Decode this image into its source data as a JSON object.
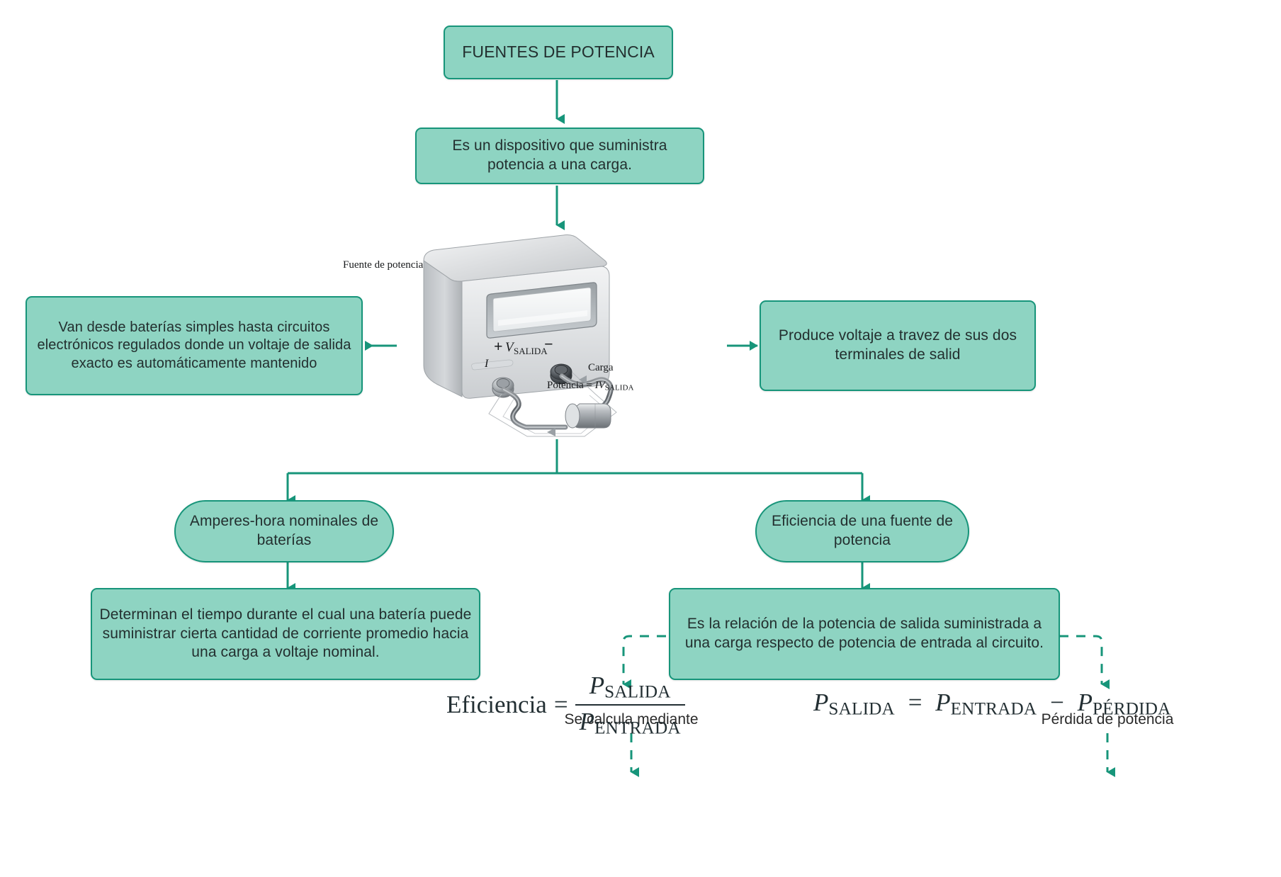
{
  "theme": {
    "node_fill": "#8ed4c2",
    "node_border": "#17957a",
    "edge_color": "#17957a",
    "text_color": "#232f2f",
    "background": "#ffffff"
  },
  "nodes": {
    "title": {
      "label": "FUENTES DE POTENCIA",
      "shape": "rect"
    },
    "definition": {
      "label": "Es un dispositivo que suministra potencia a una carga.",
      "shape": "rect"
    },
    "left_detail": {
      "label": "Van desde baterías simples hasta circuitos electrónicos regulados donde un voltaje de salida exacto es automáticamente mantenido",
      "shape": "rect"
    },
    "right_detail": {
      "label": "Produce voltaje a travez de sus dos terminales de salid",
      "shape": "rect"
    },
    "amp_hour": {
      "label": "Amperes-hora nominales de baterías",
      "shape": "pill"
    },
    "efficiency": {
      "label": "Eficiencia de una fuente de potencia",
      "shape": "pill"
    },
    "amp_hour_detail": {
      "label": "Determinan el tiempo durante el cual una batería puede suministrar cierta cantidad de corriente promedio hacia una carga a voltaje nominal.",
      "shape": "rect"
    },
    "efficiency_detail": {
      "label": "Es la relación de la potencia de salida suministrada a una carga respecto de potencia de entrada al circuito.",
      "shape": "rect"
    }
  },
  "labels": {
    "se_calcula": "Se calcula mediante",
    "perdida_potencia": "Pérdida de potencia"
  },
  "illustration": {
    "name": "power-supply-with-load-diagram",
    "label_fuente": "Fuente de potencia",
    "label_carga": "Carga",
    "label_corriente": "I",
    "terminal_plus": "+",
    "terminal_minus": "−",
    "terminal_voltage_symbol": "V",
    "terminal_voltage_subscript": "SALIDA",
    "caption_prefix": "Potencia = ",
    "caption_current": "I",
    "caption_voltage": "V",
    "caption_voltage_subscript": "SALIDA"
  },
  "formulas": {
    "efficiency": {
      "lhs": "Eficiencia",
      "equals": "=",
      "numerator_symbol": "P",
      "numerator_subscript": "SALIDA",
      "denominator_symbol": "P",
      "denominator_subscript": "ENTRADA",
      "plain": "Eficiencia = P_SALIDA / P_ENTRADA"
    },
    "power_loss": {
      "lhs_symbol": "P",
      "lhs_subscript": "SALIDA",
      "equals": "=",
      "term1_symbol": "P",
      "term1_subscript": "ENTRADA",
      "minus": "−",
      "term2_symbol": "P",
      "term2_subscript": "PÉRDIDA",
      "plain": "P_SALIDA = P_ENTRADA − P_PÉRDIDA"
    }
  }
}
